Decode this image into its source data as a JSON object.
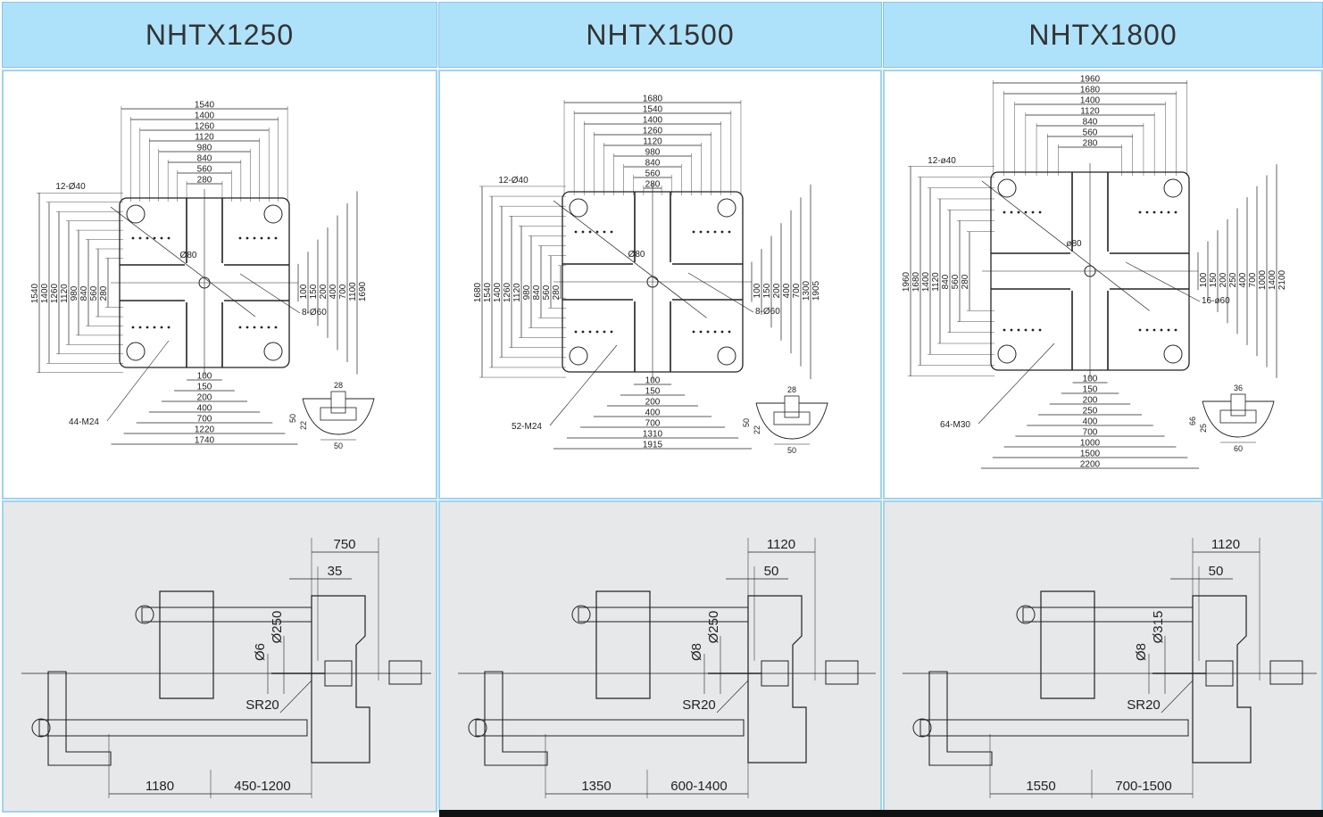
{
  "models": [
    {
      "name": "NHTX1250",
      "plate": {
        "hole_label": "12-Ø40",
        "center_label": "Ø80",
        "bolt_label": "8-Ø60",
        "thread_label": "44-M24",
        "top_dims": [
          "1540",
          "1400",
          "1260",
          "1120",
          "980",
          "840",
          "560",
          "280"
        ],
        "left_dims": [
          "1540",
          "1400",
          "1260",
          "1120",
          "980",
          "840",
          "560",
          "280"
        ],
        "right_dims": [
          "100",
          "150",
          "200",
          "400",
          "700",
          "1100",
          "1690"
        ],
        "bottom_dims": [
          "100",
          "150",
          "200",
          "400",
          "700",
          "1220",
          "1740"
        ],
        "detail_top": "28",
        "detail_left": [
          "50",
          "22"
        ],
        "detail_bottom": "50"
      },
      "side": {
        "top_dim": "750",
        "small_dim": "35",
        "dia_a": "Ø6",
        "dia_b": "Ø250",
        "sr": "SR20",
        "bottom_left": "1180",
        "bottom_right": "450-1200"
      }
    },
    {
      "name": "NHTX1500",
      "plate": {
        "hole_label": "12-Ø40",
        "center_label": "Ø80",
        "bolt_label": "8-Ø60",
        "thread_label": "52-M24",
        "top_dims": [
          "1680",
          "1540",
          "1400",
          "1260",
          "1120",
          "980",
          "840",
          "560",
          "280"
        ],
        "left_dims": [
          "1680",
          "1540",
          "1400",
          "1260",
          "1120",
          "980",
          "840",
          "560",
          "280"
        ],
        "right_dims": [
          "100",
          "150",
          "200",
          "400",
          "700",
          "1300",
          "1905"
        ],
        "bottom_dims": [
          "100",
          "150",
          "200",
          "400",
          "700",
          "1310",
          "1915"
        ],
        "detail_top": "28",
        "detail_left": [
          "50",
          "22"
        ],
        "detail_bottom": "50"
      },
      "side": {
        "top_dim": "1120",
        "small_dim": "50",
        "dia_a": "Ø8",
        "dia_b": "Ø250",
        "sr": "SR20",
        "bottom_left": "1350",
        "bottom_right": "600-1400"
      }
    },
    {
      "name": "NHTX1800",
      "plate": {
        "hole_label": "12-ø40",
        "center_label": "ø80",
        "bolt_label": "16-ø60",
        "thread_label": "64-M30",
        "top_dims": [
          "1960",
          "1680",
          "1400",
          "1120",
          "840",
          "560",
          "280"
        ],
        "left_dims": [
          "1960",
          "1680",
          "1400",
          "1120",
          "840",
          "560",
          "280"
        ],
        "right_dims": [
          "100",
          "150",
          "200",
          "250",
          "400",
          "700",
          "1000",
          "1400",
          "2100"
        ],
        "bottom_dims": [
          "100",
          "150",
          "200",
          "250",
          "400",
          "700",
          "1000",
          "1500",
          "2200"
        ],
        "detail_top": "36",
        "detail_left": [
          "66",
          "25"
        ],
        "detail_bottom": "60"
      },
      "side": {
        "top_dim": "1120",
        "small_dim": "50",
        "dia_a": "Ø8",
        "dia_b": "Ø315",
        "sr": "SR20",
        "bottom_left": "1550",
        "bottom_right": "700-1500"
      }
    }
  ]
}
